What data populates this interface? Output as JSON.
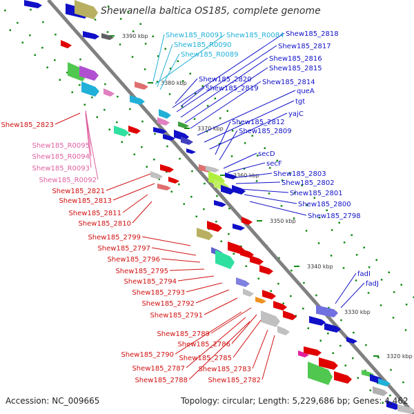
{
  "title": "Shewanella baltica OS185, complete genome",
  "footer": {
    "accession_label": "Accession: NC_009665",
    "topology_label": "Topology: circular; Length: 5,229,686 bp; Genes: 4,462"
  },
  "colors": {
    "backbone": "#808080",
    "forward_feature": "#e00000",
    "reverse_feature": "#1010c8",
    "label_red": "#d01010",
    "label_blue": "#1010c8",
    "label_cyan": "#20b0d8",
    "label_pink": "#e060a0",
    "tick_green": "#118811"
  },
  "kbp_ticks": [
    "3390 kbp",
    "3380 kbp",
    "3370 kbp",
    "3360 kbp",
    "3350 kbp",
    "3340 kbp",
    "3330 kbp",
    "3320 kbp"
  ],
  "labels": {
    "cyan": [
      "Shew185_R0091",
      "Shew185_R0084",
      "Shew185_R0090",
      "Shew185_R0089"
    ],
    "blue": [
      "Shew185_2818",
      "Shew185_2817",
      "Shew185_2816",
      "Shew185_2815",
      "Shew185_2820",
      "Shew185_2814",
      "Shew185_2819",
      "queA",
      "tgt",
      "yajC",
      "Shew185_2812",
      "Shew185_2809",
      "secD",
      "secF",
      "Shew185_2803",
      "Shew185_2802",
      "Shew185_2801",
      "Shew185_2800",
      "Shew185_2798",
      "fadI",
      "fadJ"
    ],
    "pink": [
      "Shew185_R0095",
      "Shew185_R0094",
      "Shew185_R0093",
      "Shew185_R0092"
    ],
    "red": [
      "Shew185_2823",
      "Shew185_2821",
      "Shew185_2813",
      "Shew185_2811",
      "Shew185_2810",
      "Shew185_2799",
      "Shew185_2797",
      "Shew185_2796",
      "Shew185_2795",
      "Shew185_2794",
      "Shew185_2793",
      "Shew185_2792",
      "Shew185_2791",
      "Shew185_2789",
      "Shew185_2790",
      "Shew185_2786",
      "Shew185_2787",
      "Shew185_2785",
      "Shew185_2788",
      "Shew185_2783",
      "Shew185_2782"
    ]
  }
}
